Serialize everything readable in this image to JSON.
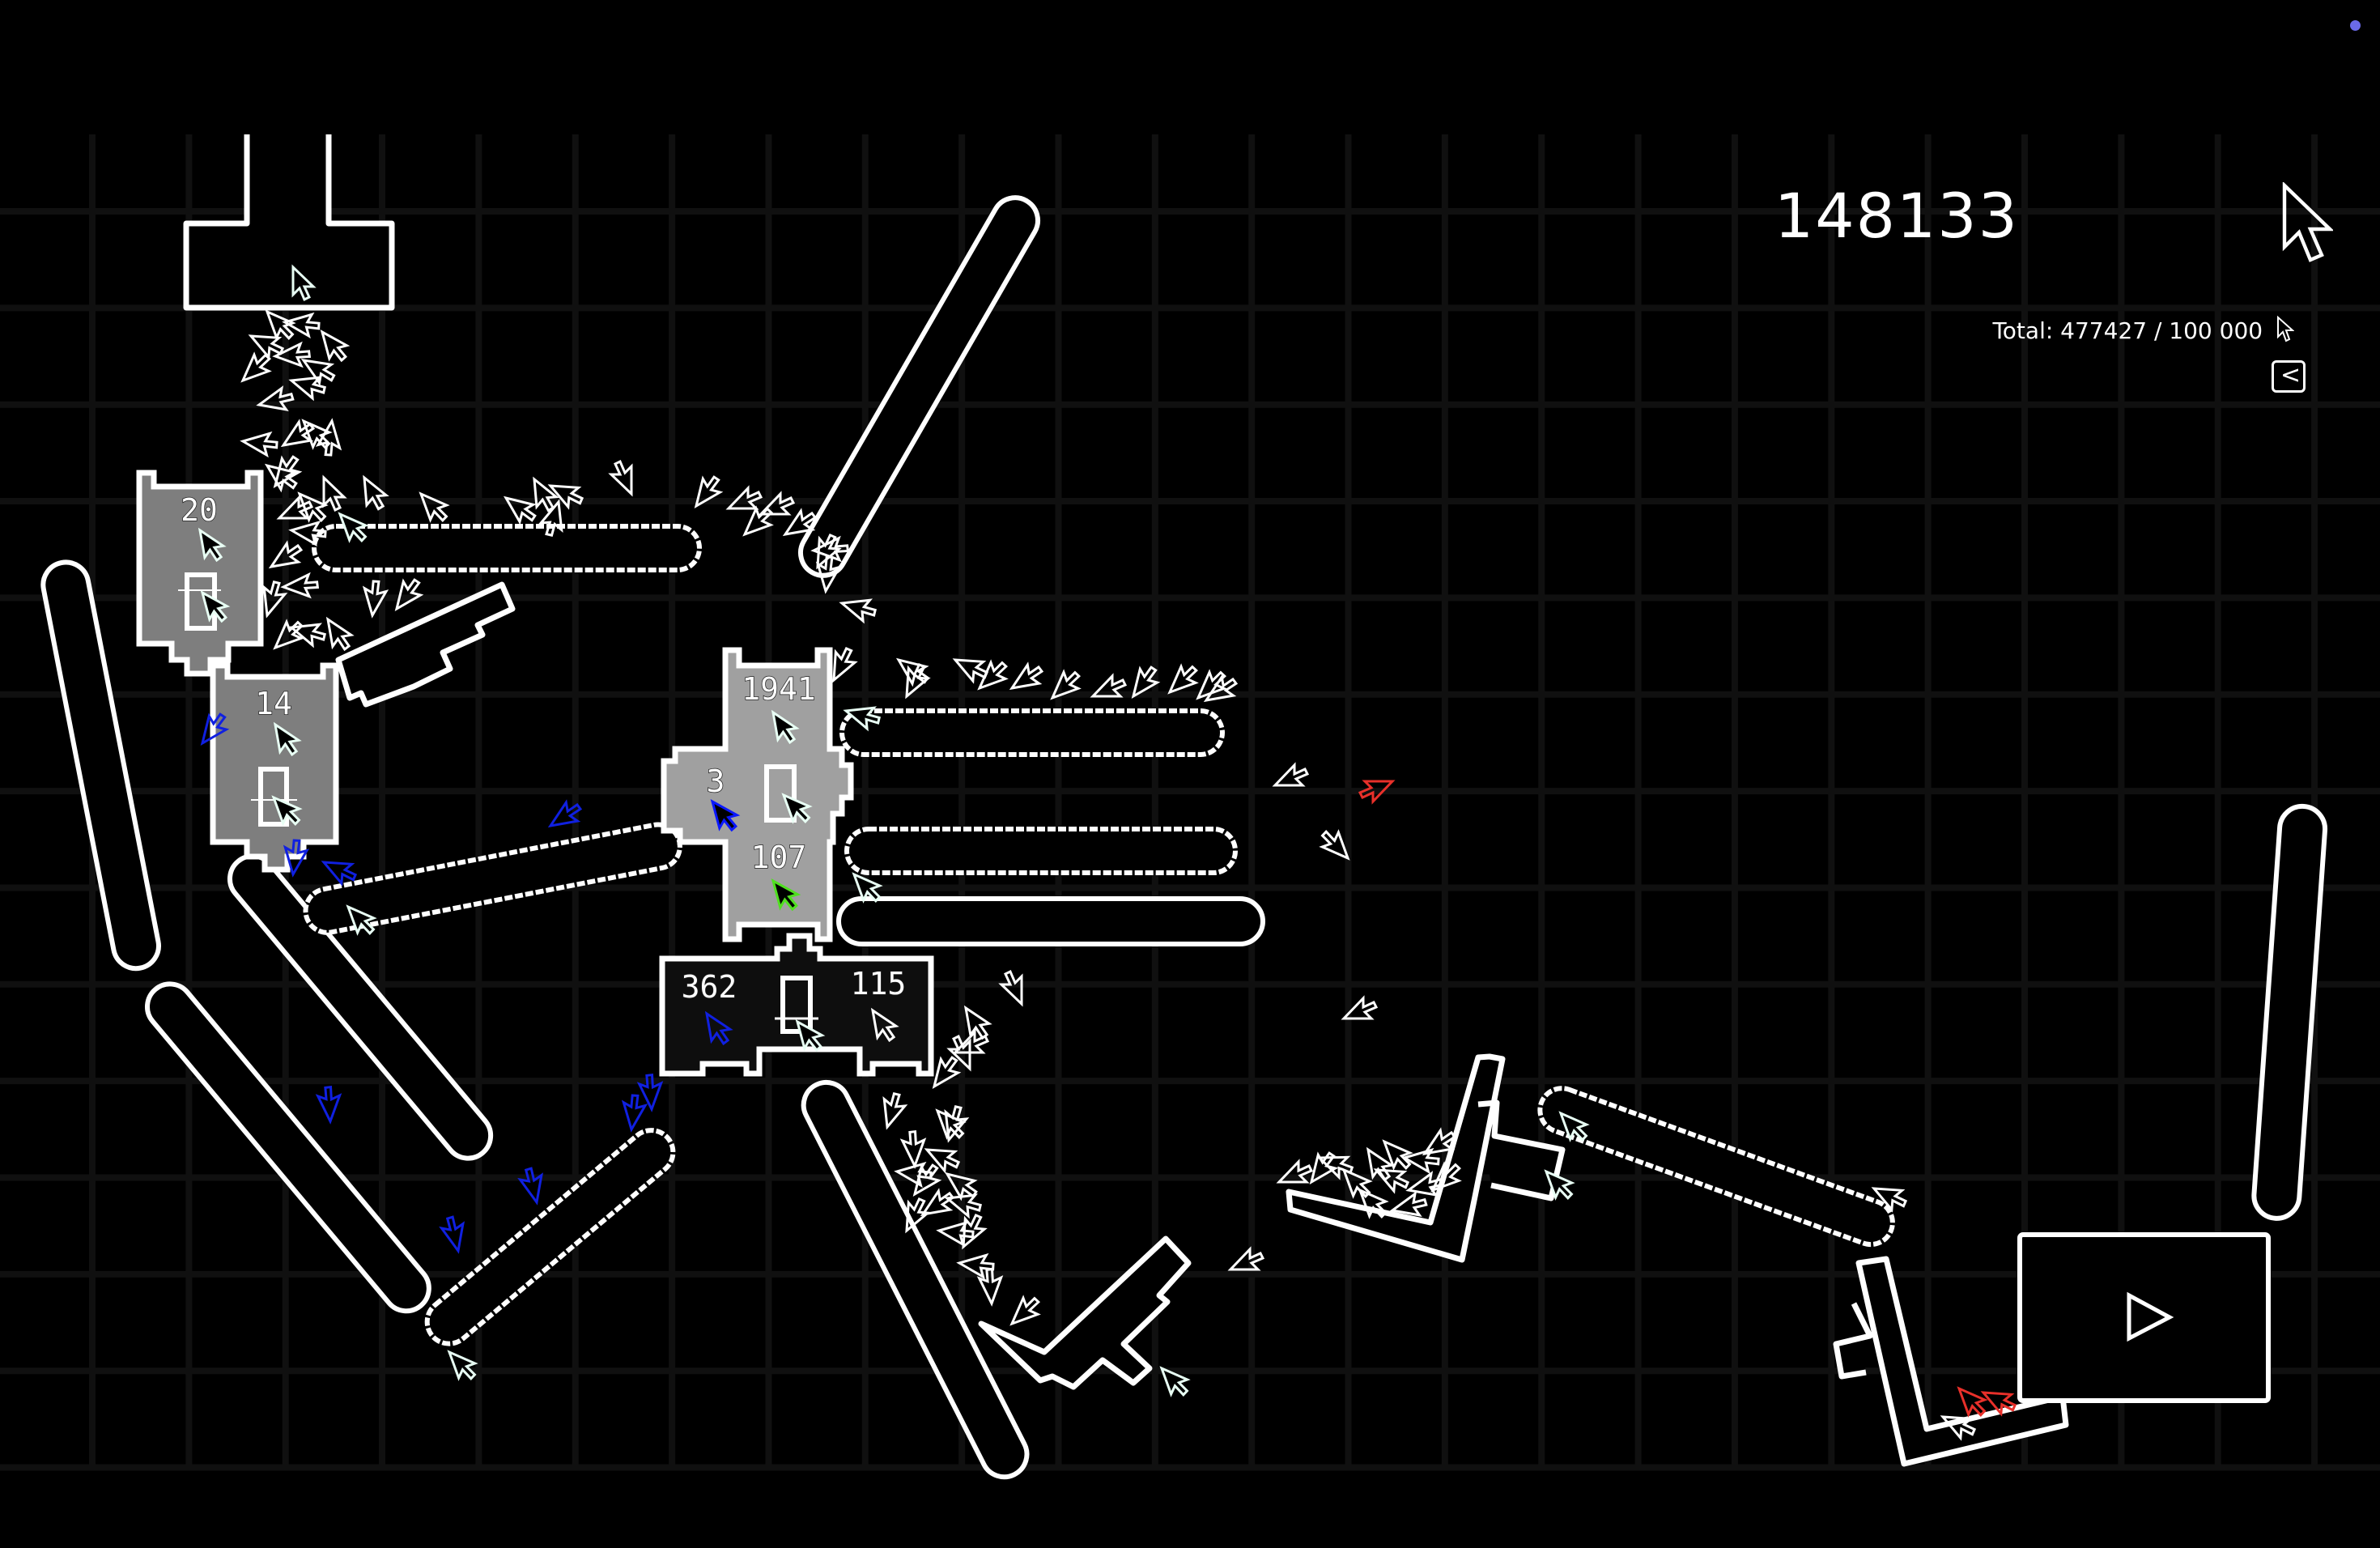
{
  "hud": {
    "cursor_count": "148133",
    "total_label": "Total: 477427 / 100 000",
    "cursor_icon": "cursor-arrow-icon",
    "back_button_icon": "chevron-left-icon",
    "back_button_glyph": "<"
  },
  "status_dot": {
    "color": "#6a6ae8"
  },
  "machines": [
    {
      "id": "machine-20",
      "value": "20",
      "style": "grey"
    },
    {
      "id": "machine-14",
      "value": "14",
      "style": "grey"
    },
    {
      "id": "machine-1941",
      "value": "1941",
      "style": "light-grey"
    },
    {
      "id": "machine-3",
      "value": "3",
      "style": "light-grey",
      "cursor_color": "blue"
    },
    {
      "id": "machine-107",
      "value": "107",
      "style": "light-grey",
      "cursor_color": "green"
    },
    {
      "id": "machine-362",
      "value": "362",
      "style": "dark",
      "cursor_color": "blue"
    },
    {
      "id": "machine-115",
      "value": "115",
      "style": "dark",
      "cursor_color": "white"
    }
  ],
  "play_button": {
    "icon": "play-icon"
  },
  "colors": {
    "background": "#000000",
    "grid": "#101010",
    "outline": "#ffffff",
    "grey_machine": "#7e7e7e",
    "light_grey_machine": "#a0a0a0",
    "blue_cursor": "#1020e0",
    "red_cursor": "#e8302a",
    "green_cursor": "#50e020"
  }
}
